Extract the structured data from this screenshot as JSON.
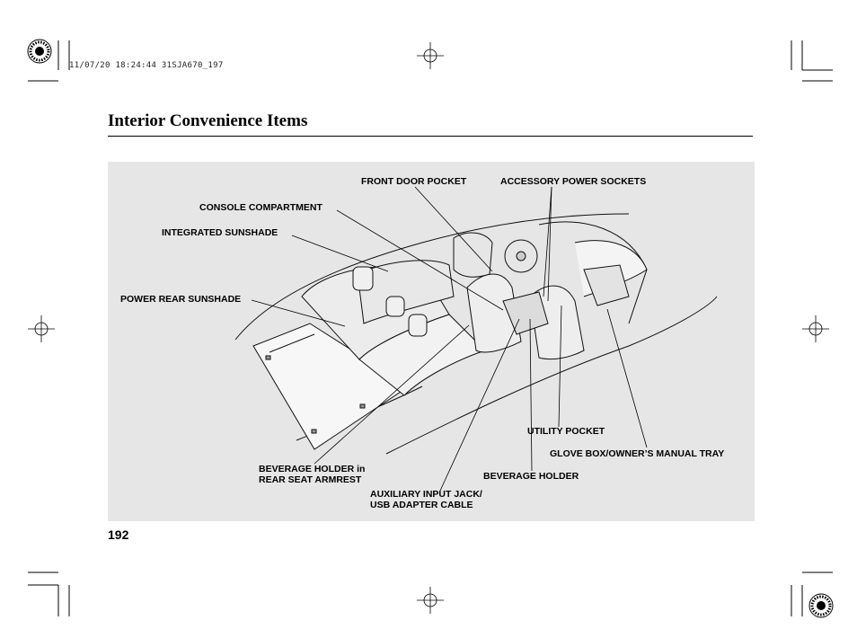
{
  "print_stamp": "11/07/20 18:24:44 31SJA670_197",
  "page_title": "Interior Convenience Items",
  "page_number": "192",
  "callouts": {
    "front_door_pocket": "FRONT DOOR POCKET",
    "accessory_power_sockets": "ACCESSORY POWER SOCKETS",
    "console_compartment": "CONSOLE COMPARTMENT",
    "integrated_sunshade": "INTEGRATED SUNSHADE",
    "power_rear_sunshade": "POWER REAR SUNSHADE",
    "utility_pocket": "UTILITY POCKET",
    "glove_box": "GLOVE BOX/OWNER’S MANUAL TRAY",
    "beverage_holder": "BEVERAGE HOLDER",
    "beverage_holder_rear_line1": "BEVERAGE HOLDER in",
    "beverage_holder_rear_line2": "REAR SEAT ARMREST",
    "aux_jack_line1": "AUXILIARY INPUT JACK/",
    "aux_jack_line2": "USB ADAPTER CABLE"
  }
}
